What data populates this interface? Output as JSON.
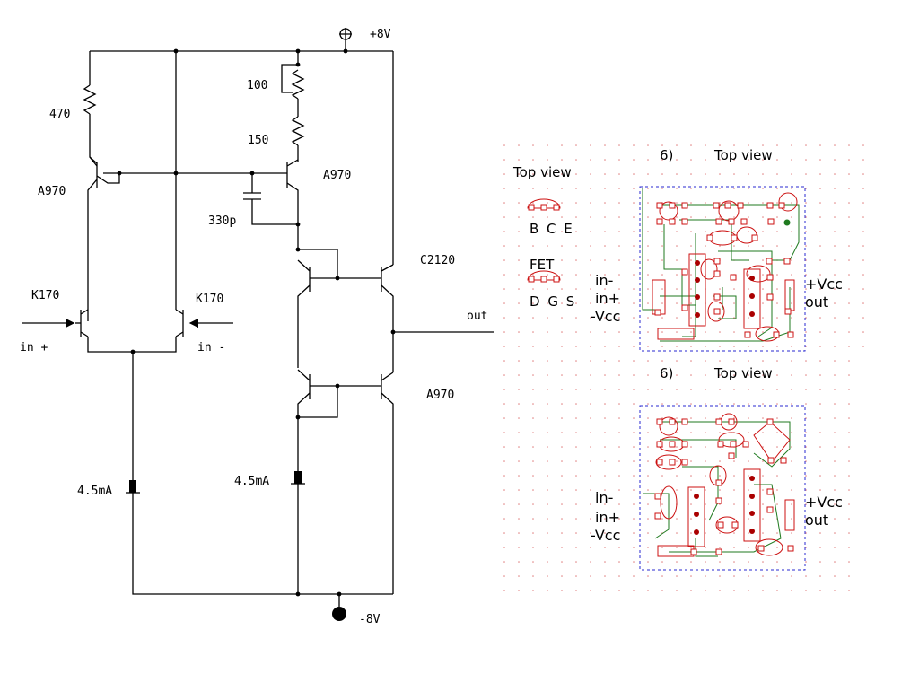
{
  "schematic": {
    "supply_pos": "+8V",
    "supply_neg": "-8V",
    "r1": "470",
    "r2": "100",
    "r3": "150",
    "cap": "330p",
    "q_mirror_left": "A970",
    "q_mirror_right": "A970",
    "q_output_top": "C2120",
    "q_output_bottom": "A970",
    "fet_left": "K170",
    "fet_right": "K170",
    "in_plus": "in +",
    "in_minus": "in -",
    "out": "out",
    "current_left": "4.5mA",
    "current_right": "4.5mA"
  },
  "legend": {
    "top_view": "Top view",
    "bjt_pins": "B C E",
    "fet_label": "FET",
    "fet_pins": "D G S"
  },
  "pcb_top": {
    "title_num": "6)",
    "title": "Top view",
    "in_minus": "in-",
    "in_plus": "in+",
    "vcc_neg": "-Vcc",
    "vcc_pos": "+Vcc",
    "out": "out"
  },
  "pcb_bottom": {
    "title_num": "6)",
    "title": "Top view",
    "in_minus": "in-",
    "in_plus": "in+",
    "vcc_neg": "-Vcc",
    "vcc_pos": "+Vcc",
    "out": "out"
  },
  "colors": {
    "pads": "#cc1111",
    "traces": "#1f7a1f",
    "board_outline": "#2a2ad0",
    "grid_dots": "#e08080"
  }
}
